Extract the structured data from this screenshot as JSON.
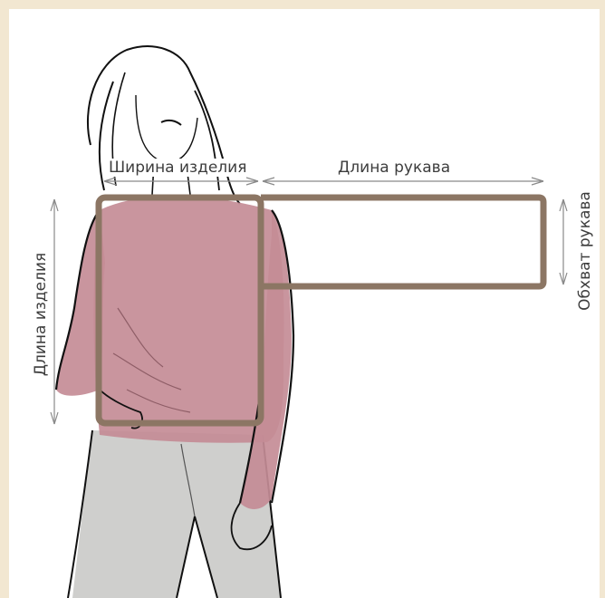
{
  "labels": {
    "product_width": "Ширина изделия",
    "sleeve_length": "Длина рукава",
    "product_length": "Длина изделия",
    "sleeve_circumference": "Обхват рукава"
  },
  "colors": {
    "background_border": "#f2e7d1",
    "sweater": "#c48c96",
    "pants": "#cfcfcd",
    "frame_box": "#8c7664",
    "arrow": "#8a8a8a",
    "line_art": "#111111"
  }
}
